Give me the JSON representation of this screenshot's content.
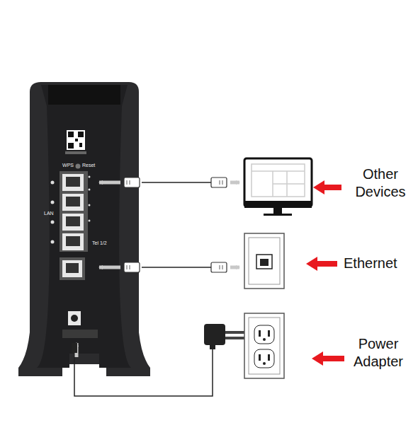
{
  "diagram": {
    "labels": [
      "Other Devices",
      "Ethernet",
      "Power Adapter",
      "WPS",
      "Reset",
      "LAN",
      "Tel 1/2"
    ]
  }
}
